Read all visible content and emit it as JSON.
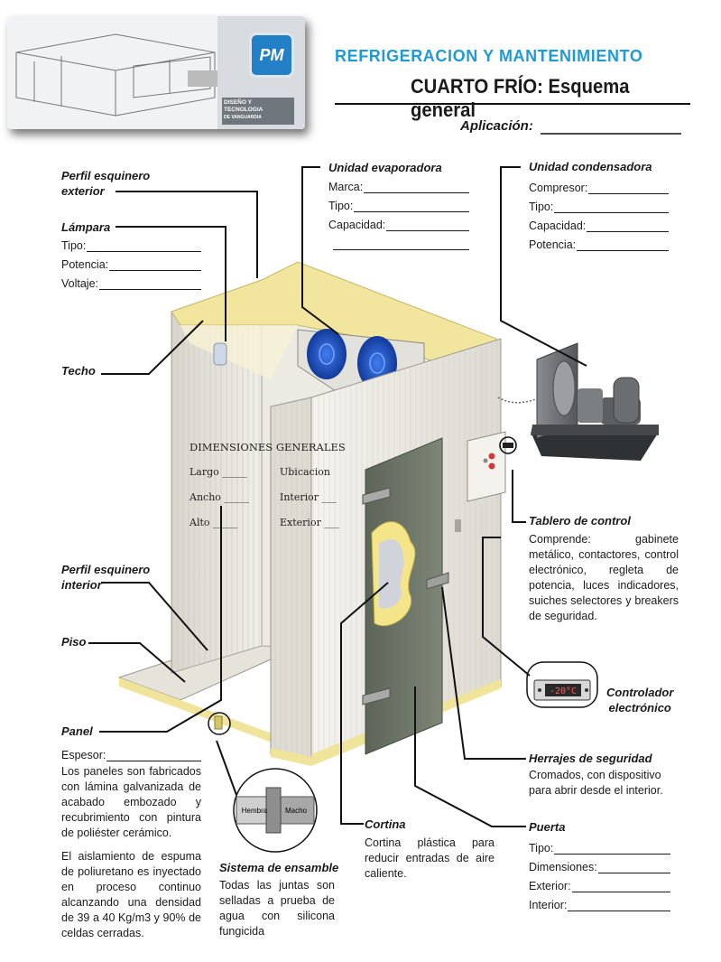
{
  "header": {
    "brand_title": "REFRIGERACION Y MANTENIMIENTO",
    "main_title": "CUARTO FRÍO: Esquema general",
    "aplicacion_label": "Aplicación:"
  },
  "logo": {
    "initials": "PM",
    "tagline_1": "DISEÑO Y",
    "tagline_2": "TECNOLOGIA",
    "tagline_3": "DE VANGUARDIA"
  },
  "labels": {
    "perfil_exterior_1": "Perfil esquinero",
    "perfil_exterior_2": "exterior",
    "lampara": "Lámpara",
    "lampara_fields": [
      "Tipo:",
      "Potencia:",
      "Voltaje:"
    ],
    "techo": "Techo",
    "perfil_interior_1": "Perfil esquinero",
    "perfil_interior_2": "interior",
    "piso": "Piso",
    "panel": "Panel",
    "espesor": "Espesor:",
    "panel_text_1": "Los paneles son fabricados con lámina galvanizada de acabado embozado y recubrimiento con pintura de poliéster cerámico.",
    "panel_text_2": "El aislamiento de espuma de poliuretano es inyectado en proceso continuo alcanzando una densidad de 39 a 40 Kg/m3 y 90% de celdas cerradas.",
    "evaporadora": "Unidad evaporadora",
    "evaporadora_fields": [
      "Marca:",
      "Tipo:",
      "Capacidad:"
    ],
    "condensadora": "Unidad condensadora",
    "condensadora_fields": [
      "Compresor:",
      "Tipo:",
      "Capacidad:",
      "Potencia:"
    ],
    "tablero": "Tablero de control",
    "tablero_text": "Comprende: gabinete metálico, contactores, control electrónico, regleta de potencia, luces indicadores, suiches selectores y breakers de seguridad.",
    "controlador_1": "Controlador",
    "controlador_2": "electrónico",
    "controlador_display": "-20°C",
    "herrajes": "Herrajes de seguridad",
    "herrajes_text": "Cromados, con dispositivo para abrir desde el interior.",
    "puerta": "Puerta",
    "puerta_fields": [
      "Tipo:",
      "Dimensiones:",
      "Exterior:",
      "Interior:"
    ],
    "cortina": "Cortina",
    "cortina_text": "Cortina plástica para reducir entradas de aire caliente.",
    "ensamble": "Sistema de ensamble",
    "ensamble_text": "Todas las juntas son selladas a prueba de agua con silicona fungicida",
    "hembra": "Hembra",
    "macho": "Macho"
  },
  "dimensiones": {
    "title": "DIMENSIONES GENERALES",
    "rows": [
      {
        "a": "Largo  _____",
        "b": "Ubicacion"
      },
      {
        "a": "Ancho  _____",
        "b": "Interior   ___"
      },
      {
        "a": "Alto      _____",
        "b": "Exterior   ___"
      }
    ]
  },
  "colors": {
    "brand_blue": "#1f9ad6",
    "panel_face": "#e8e6de",
    "trim_yellow": "#f3e7a0",
    "door_green": "#6d7566",
    "fan_blue": "#1d4fc4"
  }
}
